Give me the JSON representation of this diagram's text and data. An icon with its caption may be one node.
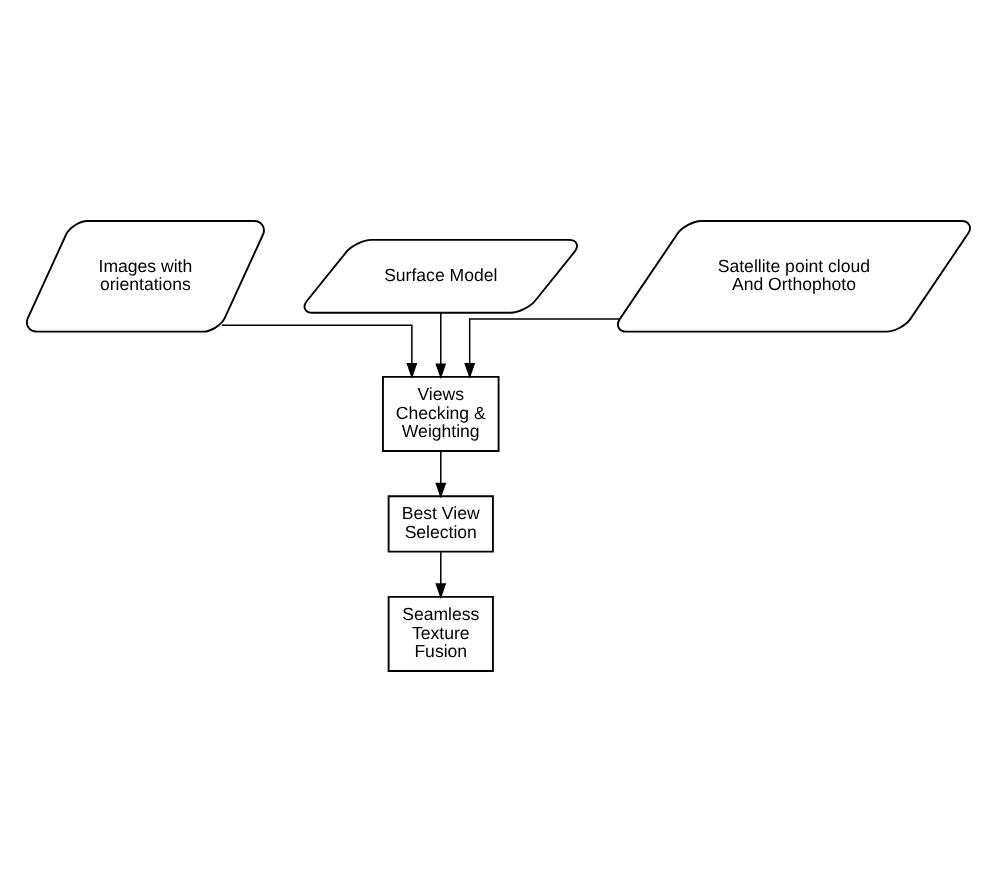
{
  "diagram": {
    "nodes": [
      {
        "text": [
          "Images with orientations"
        ]
      },
      {
        "text": [
          "Surface Model"
        ]
      },
      {
        "text": [
          "Satellite point cloud And Orthophoto"
        ]
      },
      {
        "text": [
          "Views Checking & Weighting"
        ]
      },
      {
        "text": [
          "Best View Selection"
        ]
      },
      {
        "text": [
          "Seamless Texture Fusion"
        ]
      }
    ],
    "edges": [
      {
        "from": 0,
        "to": 3,
        "arrow": "to"
      },
      {
        "from": 1,
        "to": 3,
        "arrow": "to"
      },
      {
        "from": 2,
        "to": 3,
        "arrow": "to"
      },
      {
        "from": 3,
        "to": 4,
        "arrow": "to"
      },
      {
        "from": 4,
        "to": 5,
        "arrow": "to"
      }
    ]
  }
}
